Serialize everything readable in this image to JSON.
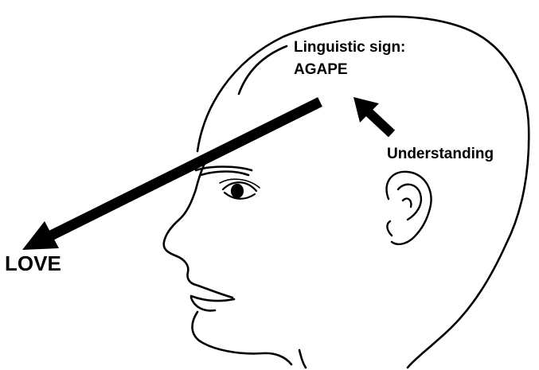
{
  "labels": {
    "sign_line1": "Linguistic sign:",
    "sign_line2": "AGAPE",
    "understanding": "Understanding",
    "love": "LOVE"
  },
  "colors": {
    "ink": "#000000",
    "background": "#ffffff"
  },
  "icons": {
    "head": "head-profile-icon",
    "ear": "ear-icon",
    "eye": "eye-icon"
  }
}
